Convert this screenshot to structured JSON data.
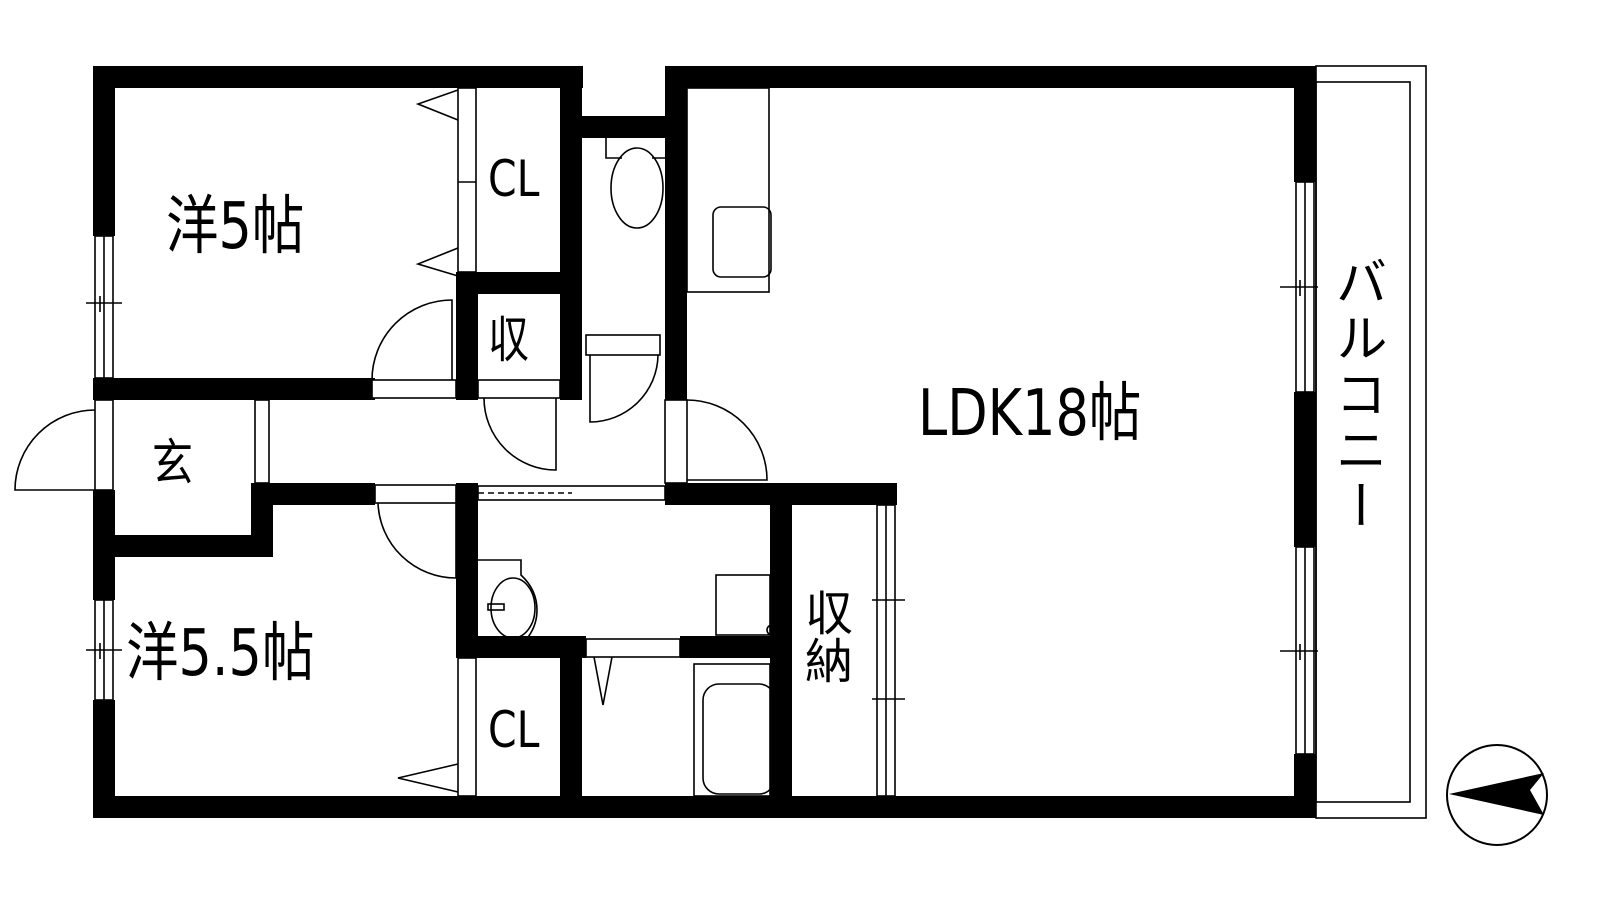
{
  "floor_plan": {
    "rooms": {
      "western_room_1": {
        "label": "洋5帖",
        "type": "Western-style room",
        "size_jo": 5
      },
      "western_room_2": {
        "label": "洋5.5帖",
        "type": "Western-style room",
        "size_jo": 5.5
      },
      "ldk": {
        "label": "LDK18帖",
        "type": "Living / Dining / Kitchen",
        "size_jo": 18
      },
      "entrance": {
        "label": "玄",
        "type": "Entrance (genkan)"
      },
      "closet_1": {
        "label": "CL",
        "type": "Closet"
      },
      "closet_2": {
        "label": "CL",
        "type": "Closet"
      },
      "storage_small": {
        "label": "収",
        "type": "Storage"
      },
      "storage_large": {
        "label": "収納",
        "type": "Storage"
      },
      "balcony": {
        "label": "バルコニー",
        "type": "Balcony"
      }
    },
    "fixtures": [
      "toilet",
      "kitchen-sink",
      "washbasin",
      "washing-machine-pan",
      "bathtub"
    ],
    "compass": {
      "label": "north-arrow",
      "direction": "west"
    },
    "colors": {
      "wall": "#000000",
      "background": "#ffffff",
      "line": "#000000"
    }
  }
}
